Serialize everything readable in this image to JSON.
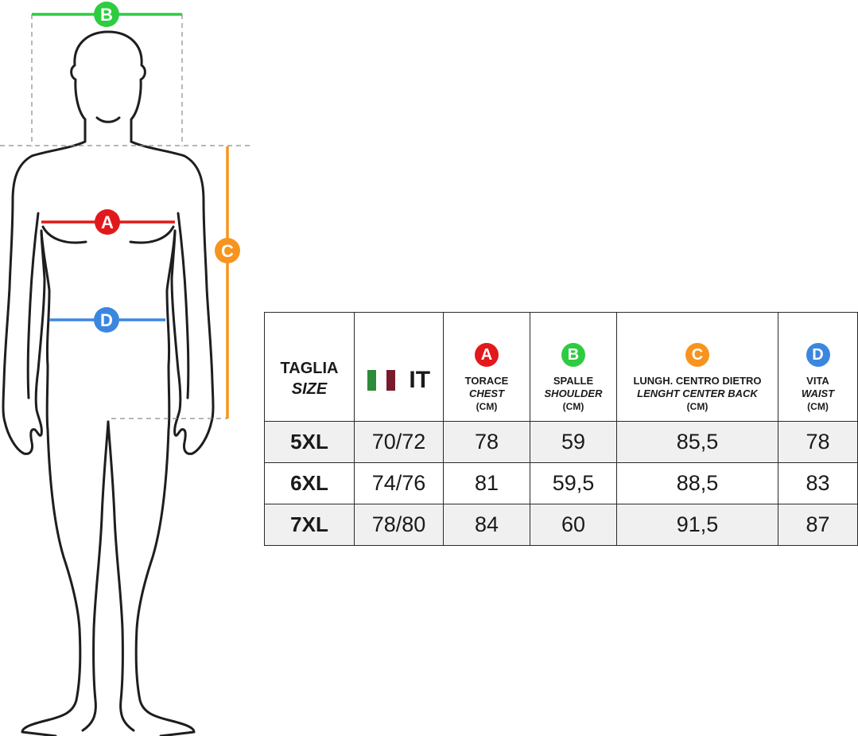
{
  "colors": {
    "A": "#e3181b",
    "B": "#2ecc40",
    "C": "#f7941d",
    "D": "#3b87e0",
    "flag_green": "#2f8a3a",
    "flag_white": "#ffffff",
    "flag_red": "#7a1b2b"
  },
  "figure": {
    "markers": [
      {
        "letter": "A",
        "measure": "chest"
      },
      {
        "letter": "B",
        "measure": "shoulder"
      },
      {
        "letter": "C",
        "measure": "length center back"
      },
      {
        "letter": "D",
        "measure": "waist"
      }
    ]
  },
  "table": {
    "size_header": {
      "it": "TAGLIA",
      "en": "SIZE"
    },
    "it_header": {
      "icon": "italy-flag-icon",
      "code": "IT"
    },
    "columns": [
      {
        "letter": "A",
        "it": "TORACE",
        "en": "CHEST",
        "unit": "(CM)"
      },
      {
        "letter": "B",
        "it": "SPALLE",
        "en": "SHOULDER",
        "unit": "(CM)"
      },
      {
        "letter": "C",
        "it": "LUNGH. CENTRO DIETRO",
        "en": "LENGHT CENTER BACK",
        "unit": "(CM)"
      },
      {
        "letter": "D",
        "it": "VITA",
        "en": "WAIST",
        "unit": "(CM)"
      }
    ],
    "rows": [
      {
        "size": "5XL",
        "it": "70/72",
        "values": [
          "78",
          "59",
          "85,5",
          "78"
        ]
      },
      {
        "size": "6XL",
        "it": "74/76",
        "values": [
          "81",
          "59,5",
          "88,5",
          "83"
        ]
      },
      {
        "size": "7XL",
        "it": "78/80",
        "values": [
          "84",
          "60",
          "91,5",
          "87"
        ]
      }
    ]
  }
}
